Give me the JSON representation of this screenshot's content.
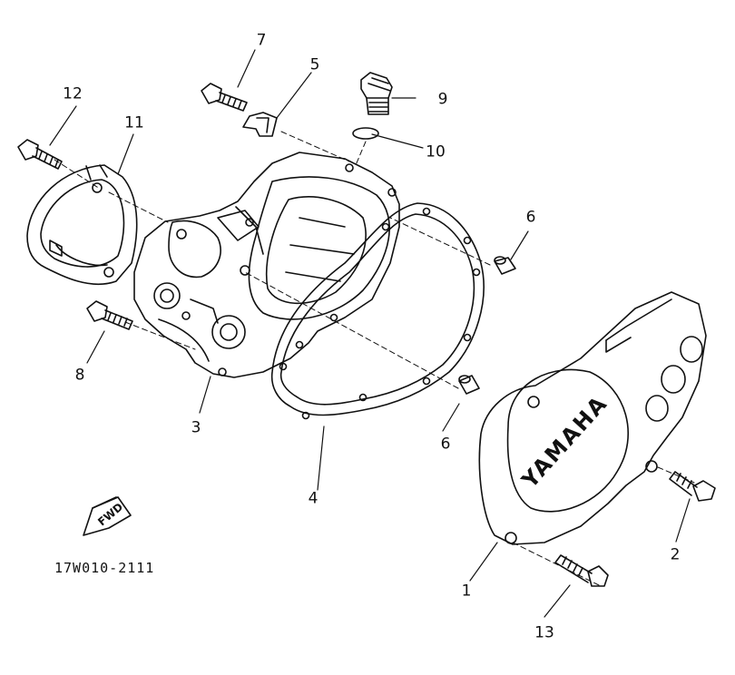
{
  "part_labels": [
    {
      "id": "1",
      "text": "1"
    },
    {
      "id": "2",
      "text": "2"
    },
    {
      "id": "3",
      "text": "3"
    },
    {
      "id": "4",
      "text": "4"
    },
    {
      "id": "5",
      "text": "5"
    },
    {
      "id": "6a",
      "text": "6"
    },
    {
      "id": "6b",
      "text": "6"
    },
    {
      "id": "7",
      "text": "7"
    },
    {
      "id": "8",
      "text": "8"
    },
    {
      "id": "9",
      "text": "9"
    },
    {
      "id": "10",
      "text": "10"
    },
    {
      "id": "11",
      "text": "11"
    },
    {
      "id": "12",
      "text": "12"
    },
    {
      "id": "13",
      "text": "13"
    }
  ],
  "diagram_code": "17W010-2111",
  "fwd_marker": "FWD",
  "brand_text": "YAMAHA",
  "colors": {
    "line": "#111111",
    "background": "#ffffff"
  }
}
